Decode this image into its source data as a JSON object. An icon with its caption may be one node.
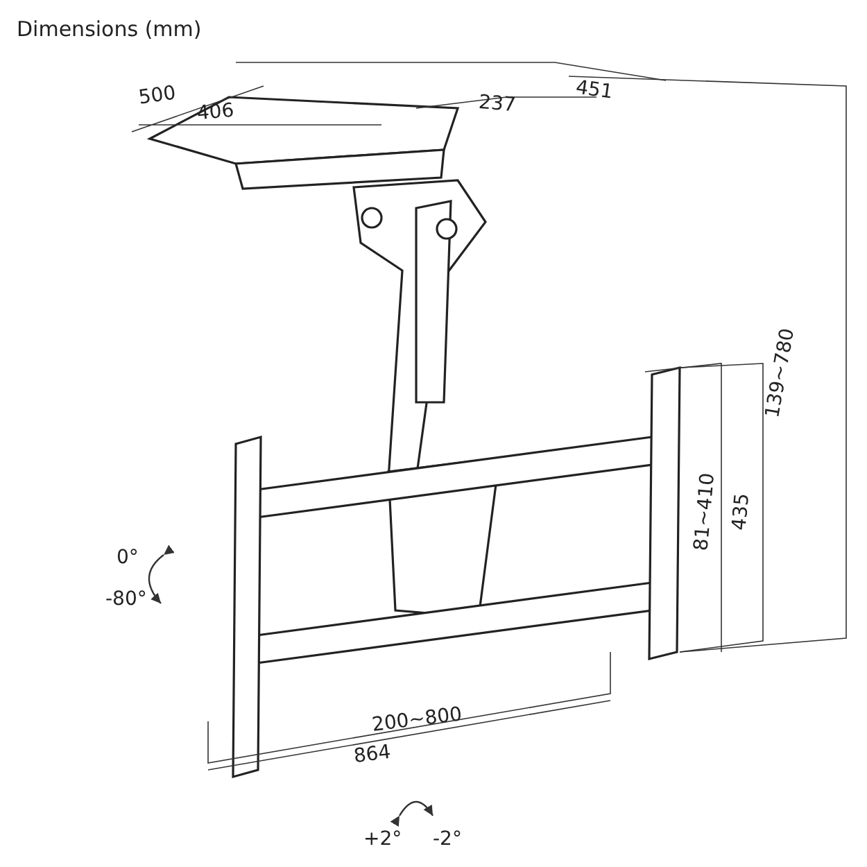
{
  "diagram": {
    "title": "Dimensions (mm)",
    "labels": [
      "500",
      "406",
      "237",
      "451",
      "139~780",
      "81~410",
      "435",
      "0°",
      "-80°",
      "200~800",
      "864",
      "+2°",
      "-2°"
    ]
  }
}
